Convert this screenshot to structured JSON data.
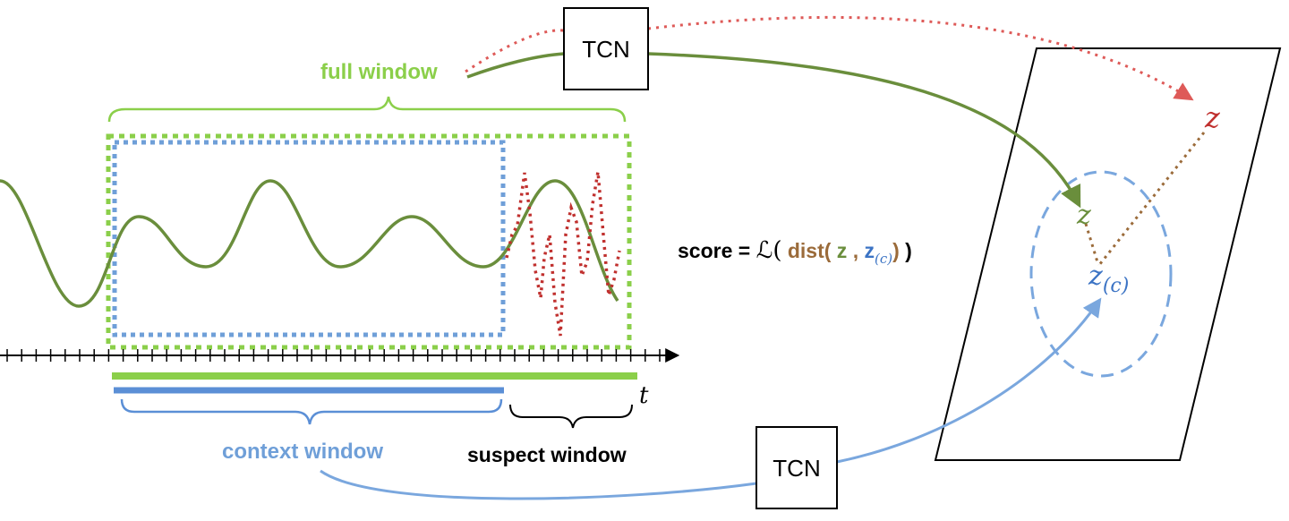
{
  "labels": {
    "full_window": "full window",
    "context_window": "context window",
    "suspect_window": "suspect window",
    "time_axis": "t",
    "encoder_top": "TCN",
    "encoder_bottom": "TCN",
    "z_red": "z",
    "z_green": "z",
    "z_c_base": "z",
    "z_c_sub": "(c)"
  },
  "score": {
    "prefix": "score = ",
    "loss": "ℒ(",
    "dist": " dist(",
    "z": " z",
    "comma": " ,",
    "zc": " z",
    "zc_sub": "(c)",
    "close_inner": ")",
    "close_outer": " )"
  },
  "colors": {
    "green_light": "#8bcf4a",
    "green_dark": "#6a8e3c",
    "blue": "#6f9fd8",
    "red": "#c0302e",
    "brown": "#9b6b3a",
    "dark_blue": "#3b73c4"
  }
}
